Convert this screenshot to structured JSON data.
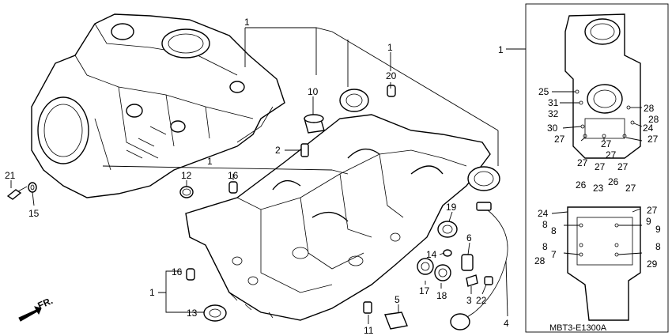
{
  "diagram_code": "MBT3-E1300A",
  "front_marker": "FR.",
  "callouts": {
    "c1_top": "1",
    "c1_right": "1",
    "c1_mid": "1",
    "c1_left": "1",
    "c2": "2",
    "c3": "3",
    "c4": "4",
    "c5": "5",
    "c6": "6",
    "c10": "10",
    "c11": "11",
    "c12": "12",
    "c13": "13",
    "c14": "14",
    "c15": "15",
    "c16_a": "16",
    "c16_b": "16",
    "c17": "17",
    "c18": "18",
    "c19": "19",
    "c20": "20",
    "c21": "21",
    "c22": "22"
  },
  "inset_upper": {
    "n25": "25",
    "n31": "31",
    "n32": "32",
    "n28a": "28",
    "n28b": "28",
    "n30": "30",
    "n24": "24",
    "n27a": "27",
    "n27b": "27",
    "n27c": "27",
    "n27d": "27",
    "n27e": "27",
    "n27f": "27",
    "n27g": "27"
  },
  "inset_lower": {
    "n26a": "26",
    "n23": "23",
    "n26b": "26",
    "n27a": "27",
    "n24": "24",
    "n27b": "27",
    "n8a": "8",
    "n8b": "8",
    "n9a": "9",
    "n9b": "9",
    "n8c": "8",
    "n7": "7",
    "n8d": "8",
    "n28": "28",
    "n29": "29"
  }
}
